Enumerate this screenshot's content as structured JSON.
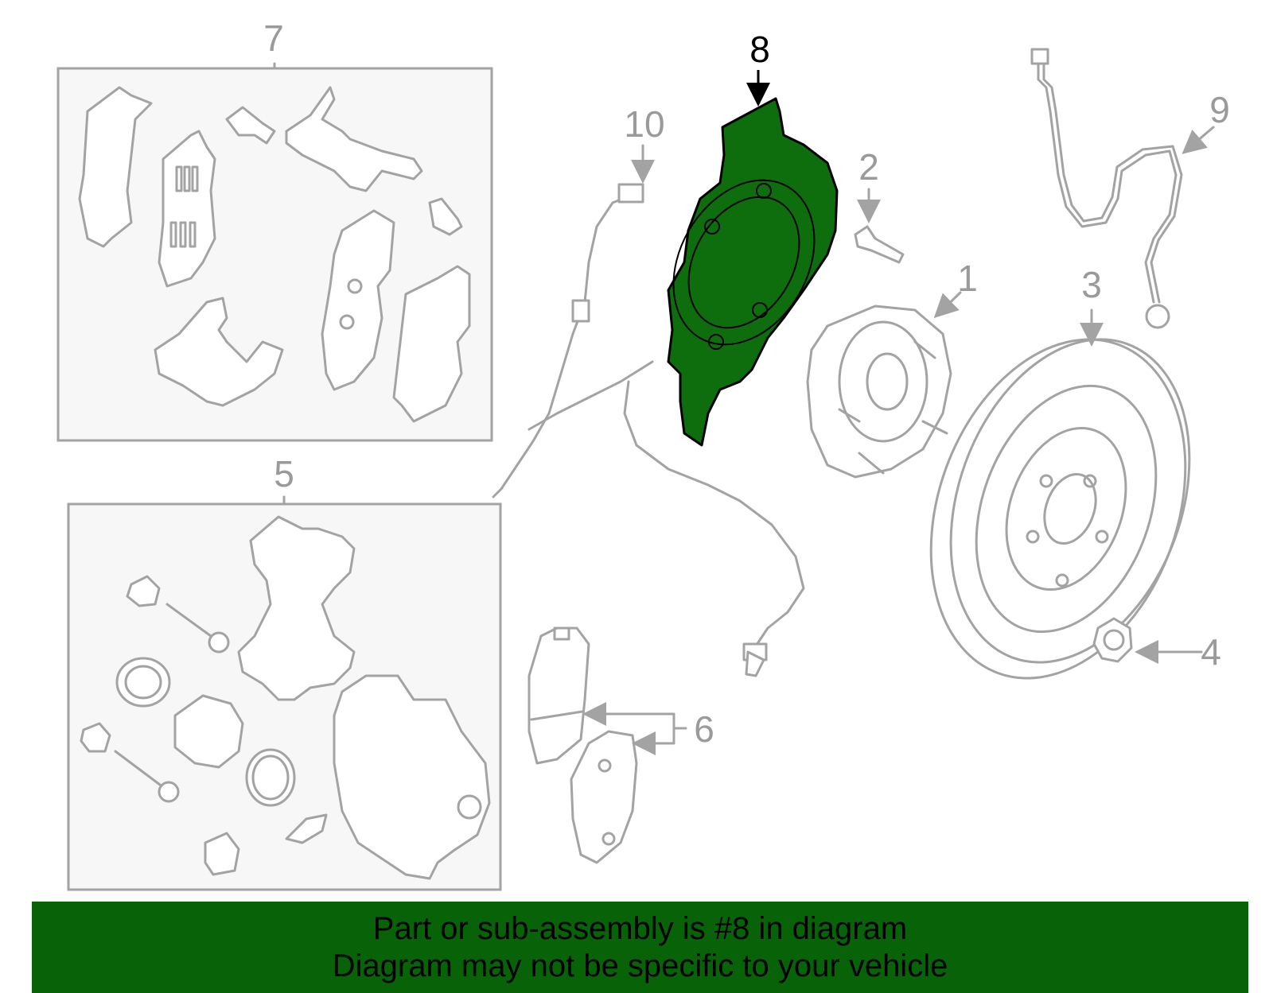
{
  "diagram": {
    "highlighted_part": "8",
    "colors": {
      "highlight": "#0e6e0e",
      "line": "#a3a3a3",
      "banner": "#086308"
    },
    "callouts": {
      "c1": "1",
      "c2": "2",
      "c3": "3",
      "c4": "4",
      "c5": "5",
      "c6": "6",
      "c7": "7",
      "c8": "8",
      "c9": "9",
      "c10": "10"
    }
  },
  "banner": {
    "line1": "Part or sub-assembly is #8 in diagram",
    "line2": "Diagram may not be specific to your vehicle"
  }
}
